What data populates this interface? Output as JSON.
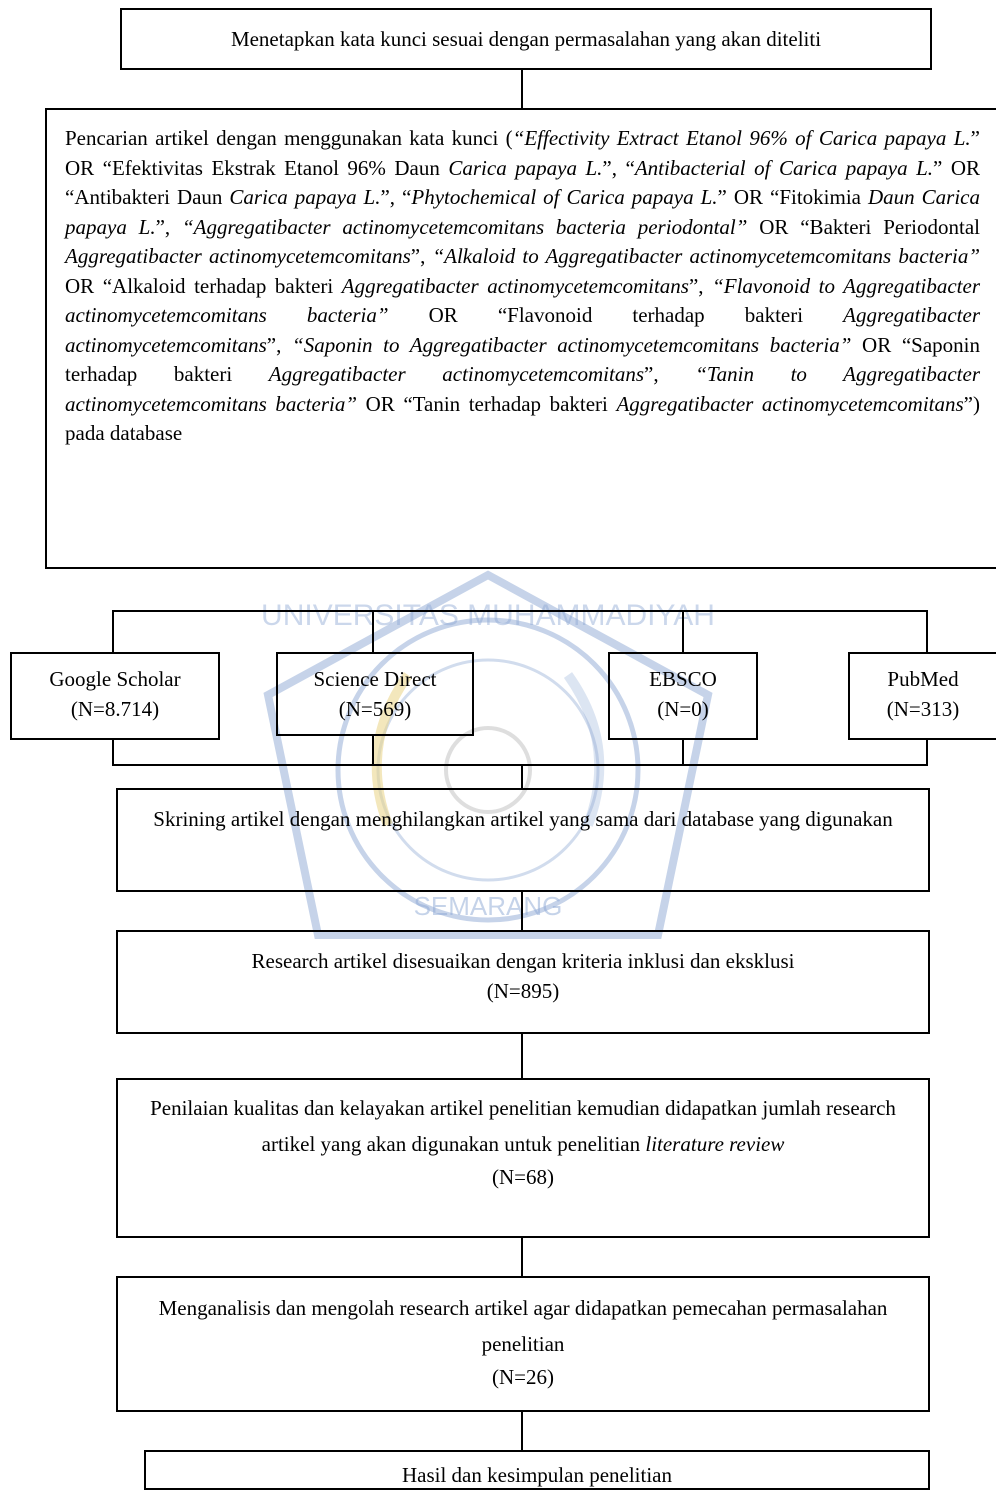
{
  "nodes": {
    "keyword": "Menetapkan kata kunci sesuai dengan permasalahan yang akan diteliti",
    "search": {
      "segments": [
        {
          "t": "Pencarian artikel dengan menggunakan kata kunci (",
          "i": false
        },
        {
          "t": "“Effectivity Extract Etanol 96% of Carica papaya L.",
          "i": true
        },
        {
          "t": "” OR “Efektivitas Ekstrak Etanol 96% Daun ",
          "i": false
        },
        {
          "t": "Carica papaya L.",
          "i": true
        },
        {
          "t": "”, “",
          "i": false
        },
        {
          "t": "Antibacterial of Carica papaya L.",
          "i": true
        },
        {
          "t": "” OR “Antibakteri Daun ",
          "i": false
        },
        {
          "t": "Carica papaya L.",
          "i": true
        },
        {
          "t": "”, “",
          "i": false
        },
        {
          "t": "Phytochemical of Carica papaya L.",
          "i": true
        },
        {
          "t": "” OR “Fitokimia ",
          "i": false
        },
        {
          "t": "Daun Carica papaya L.",
          "i": true
        },
        {
          "t": "”, ",
          "i": false
        },
        {
          "t": "“Aggregatibacter actinomycetemcomitans bacteria periodontal”",
          "i": true
        },
        {
          "t": " OR “Bakteri Periodontal ",
          "i": false
        },
        {
          "t": "Aggregatibacter actinomycetemcomitans",
          "i": true
        },
        {
          "t": "”, ",
          "i": false
        },
        {
          "t": "“Alkaloid to Aggregatibacter actinomycetemcomitans bacteria”",
          "i": true
        },
        {
          "t": " OR “Alkaloid terhadap bakteri ",
          "i": false
        },
        {
          "t": "Aggregatibacter actinomycetemcomitans",
          "i": true
        },
        {
          "t": "”, ",
          "i": false
        },
        {
          "t": "“Flavonoid to Aggregatibacter actinomycetemcomitans bacteria”",
          "i": true
        },
        {
          "t": " OR “Flavonoid terhadap bakteri ",
          "i": false
        },
        {
          "t": "Aggregatibacter actinomycetemcomitans",
          "i": true
        },
        {
          "t": "”, ",
          "i": false
        },
        {
          "t": "“Saponin to Aggregatibacter actinomycetemcomitans bacteria”",
          "i": true
        },
        {
          "t": " OR “Saponin terhadap bakteri ",
          "i": false
        },
        {
          "t": "Aggregatibacter actinomycetemcomitans",
          "i": true
        },
        {
          "t": "”, ",
          "i": false
        },
        {
          "t": "“Tanin to Aggregatibacter actinomycetemcomitans bacteria”",
          "i": true
        },
        {
          "t": " OR “Tanin terhadap bakteri ",
          "i": false
        },
        {
          "t": "Aggregatibacter actinomycetemcomitans",
          "i": true
        },
        {
          "t": "”) pada database",
          "i": false
        }
      ]
    },
    "databases": [
      {
        "name": "Google Scholar",
        "count": "(N=8.714)"
      },
      {
        "name": "Science Direct",
        "count": "(N=569)"
      },
      {
        "name": "EBSCO",
        "count": "(N=0)"
      },
      {
        "name": "PubMed",
        "count": "(N=313)"
      }
    ],
    "screening": "Skrining artikel dengan menghilangkan artikel yang sama dari database yang digunakan",
    "research": {
      "text": "Research artikel disesuaikan dengan kriteria inklusi dan eksklusi",
      "count": "(N=895)"
    },
    "assessment": {
      "text": "Penilaian kualitas dan kelayakan artikel penelitian kemudian didapatkan jumlah research artikel yang akan digunakan untuk penelitian ",
      "italic": "literature review",
      "count": "(N=68)"
    },
    "analysis": {
      "text": "Menganalisis dan mengolah research artikel agar didapatkan pemecahan permasalahan penelitian",
      "count": "(N=26)"
    },
    "result": "Hasil dan kesimpulan penelitian"
  },
  "watermark": {
    "top_text": "UNIVERSITAS MUHAMMADIYAH",
    "bottom_text": "SEMARANG",
    "color": "#2f5fb0",
    "accent": "#d9b020"
  }
}
